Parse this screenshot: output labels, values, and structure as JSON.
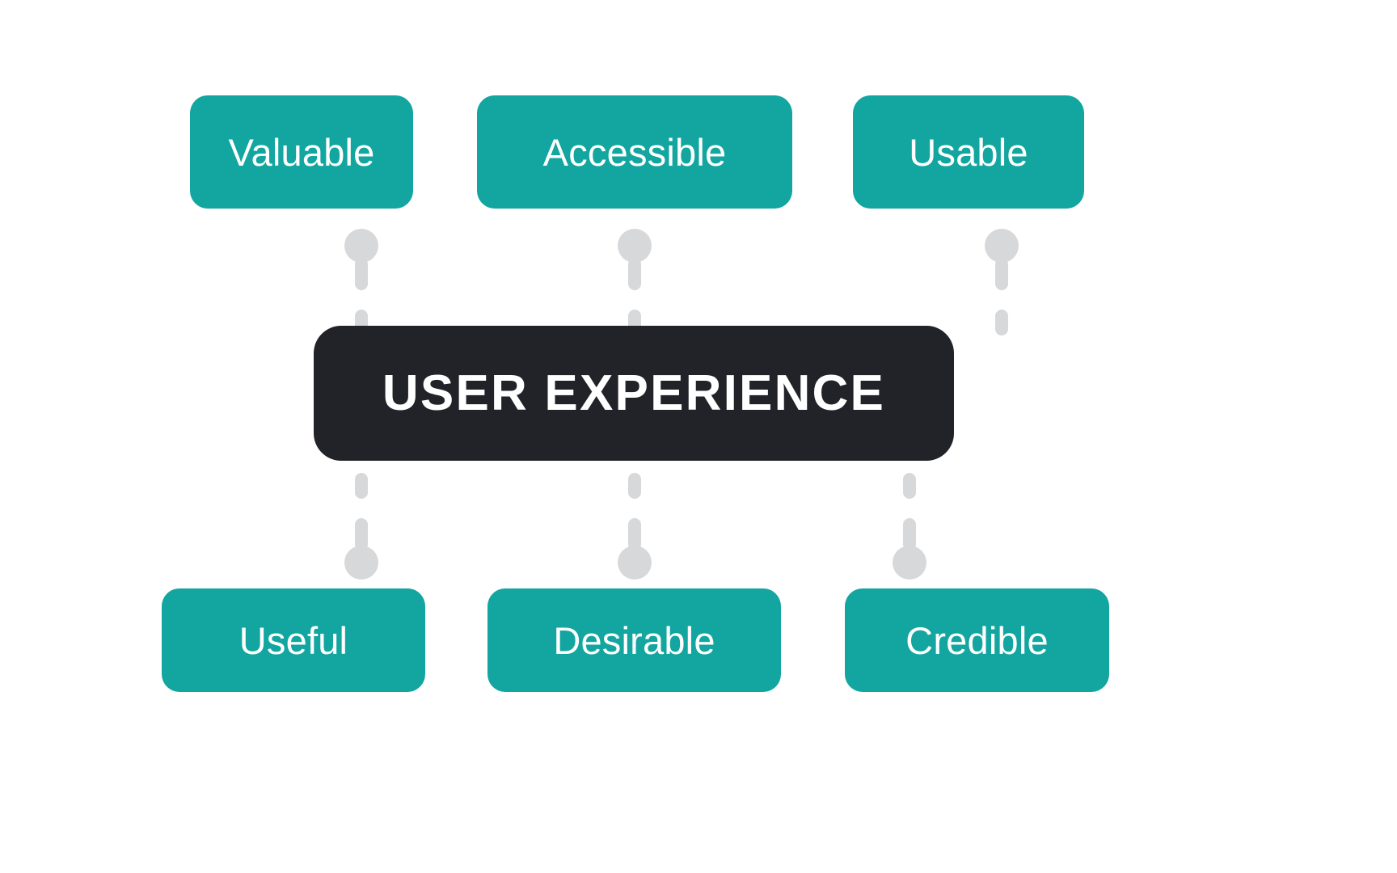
{
  "diagram": {
    "title": "USER EXPERIENCE",
    "core": {
      "label": "USER EXPERIENCE",
      "background_color": "#212329",
      "text_color": "#ffffff"
    },
    "colors": {
      "node_fill": "#13a6a0",
      "node_text": "#ffffff",
      "core_fill": "#212329",
      "connector": "#d7d8da",
      "page_background": "#ffffff"
    },
    "top_nodes": [
      {
        "label": "Valuable"
      },
      {
        "label": "Accessible"
      },
      {
        "label": "Usable"
      }
    ],
    "bottom_nodes": [
      {
        "label": "Useful"
      },
      {
        "label": "Desirable"
      },
      {
        "label": "Credible"
      }
    ]
  }
}
